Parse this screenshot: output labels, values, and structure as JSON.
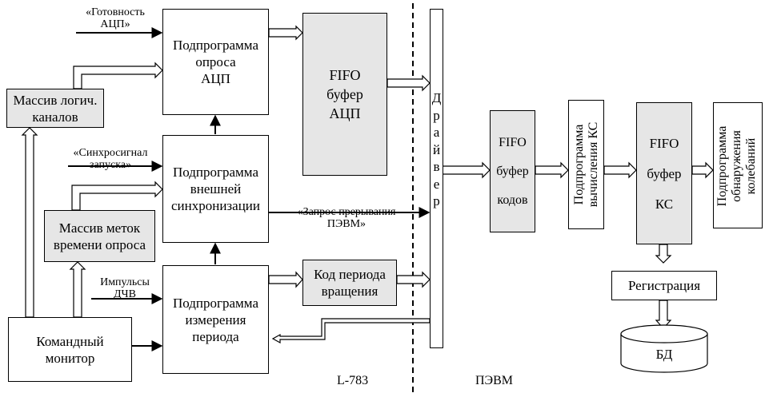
{
  "blocks": {
    "adc_poll": "Подпрограмма\nопроса\nАЦП",
    "sync": "Подпрограмма\nвнешней\nсинхронизации",
    "period_meas": "Подпрограмма\nизмерения\nпериода",
    "fifo_adc": "FIFO\nбуфер\nАЦП",
    "rot_code": "Код периода\nвращения",
    "log_channels": "Массив логич.\nканалов",
    "time_marks": "Массив меток\nвремени опроса",
    "cmd_monitor": "Командный\nмонитор",
    "driver_letters": [
      "Д",
      "р",
      "а",
      "й",
      "в",
      "е",
      "р"
    ],
    "fifo_codes": "FIFO\n\nбуфер\n\nкодов",
    "ks_calc": "Подпрограмма\nвычисления КС",
    "fifo_ks": "FIFO\n\nбуфер\n\nКС",
    "osc_detect": "Подпрограмма\nобнаружения\nколебаний",
    "registration": "Регистрация",
    "db": "БД"
  },
  "signals": {
    "adc_ready": "«Готовность\nАЦП»",
    "sync_signal": "«Синхросигнал\nзапуска»",
    "irq_request": "«Запрос прерывания\nПЭВМ»",
    "pulses": "Импульсы\nДЧВ"
  },
  "sections": {
    "left": "L-783",
    "right": "ПЭВМ"
  }
}
